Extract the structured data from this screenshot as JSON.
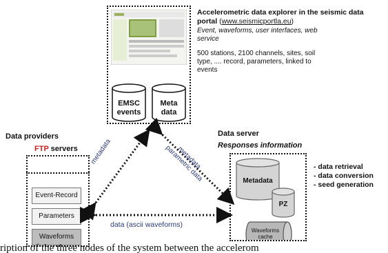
{
  "portal": {
    "title": "Accelerometric data explorer in the seismic data portal",
    "url_text": "(www.seismicportla.eu)",
    "subtitle": "Event, waveforms, user interfaces, web service",
    "details": "500 stations, 2100 channels, sites, soil type, .... record, parameters, linked to events",
    "db1": "EMSC events",
    "db2": "Meta data"
  },
  "providers": {
    "heading": "Data providers",
    "ftp_label": "FTP",
    "servers_label": "servers",
    "stack": [
      "Event-Record",
      "Parameters",
      "Waveforms"
    ]
  },
  "server": {
    "heading": "Data server",
    "subheading": "Responses information",
    "db_metadata": "Metadata",
    "db_pz": "PZ",
    "db_cache": "Waveforms cache",
    "functions": [
      "- data retrieval",
      "- data conversion",
      "- seed generation"
    ]
  },
  "arrows": {
    "left": "metadata",
    "right": "metadata parametric data",
    "bottom": "data (ascii waveforms)"
  },
  "caption": "ription of the three nodes of the system between the accelerom",
  "colors": {
    "ftp": "#cc1f1f",
    "arrow_text": "#2c3a7c"
  }
}
